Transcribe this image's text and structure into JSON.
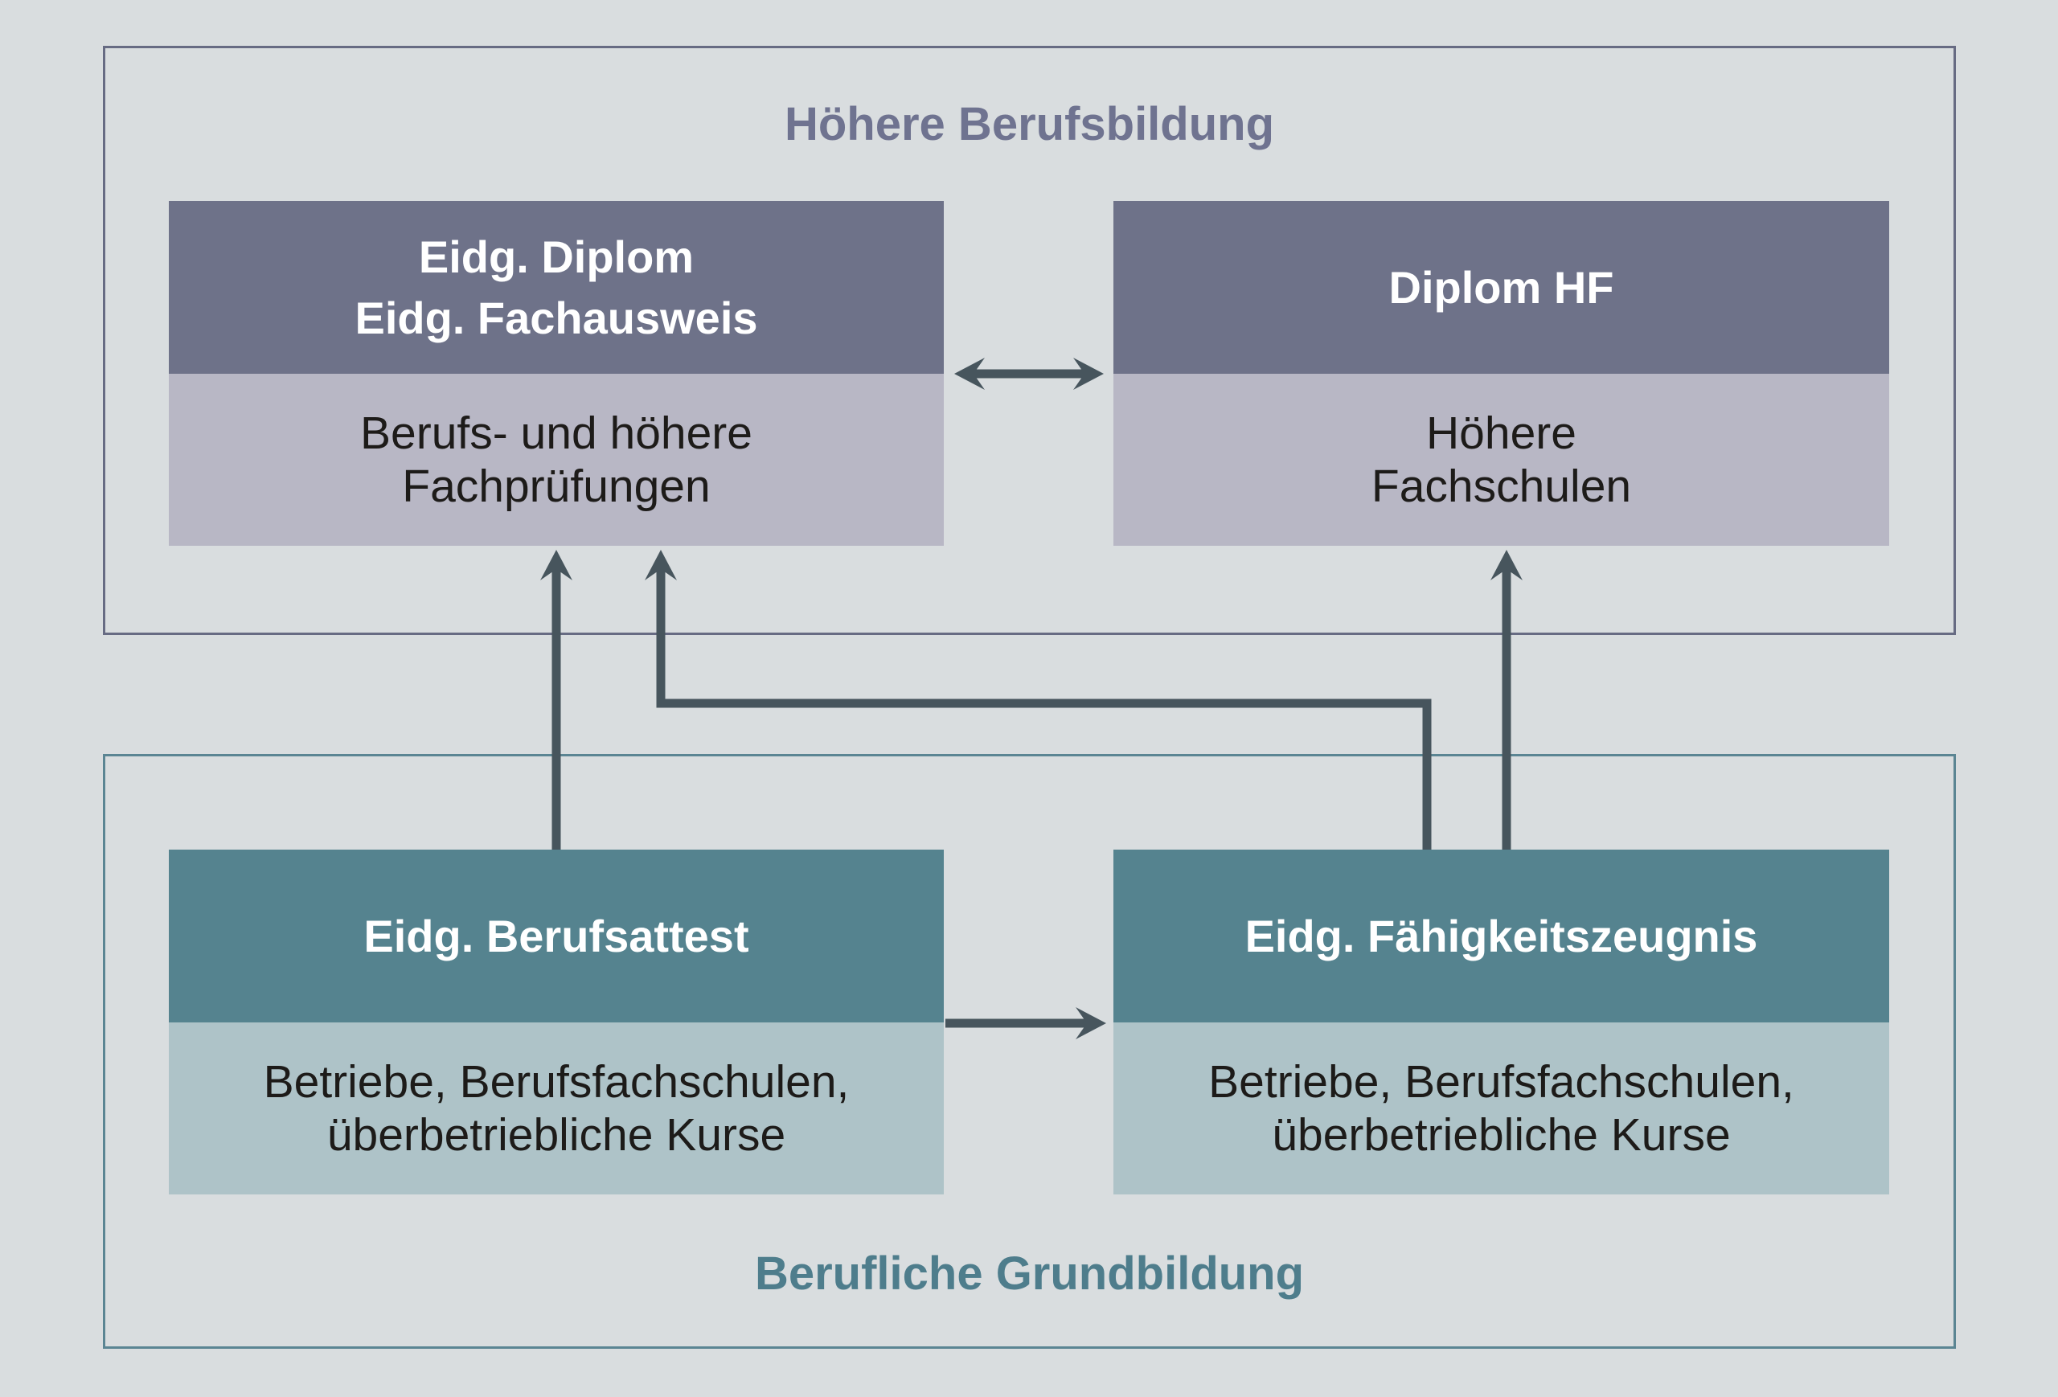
{
  "colors": {
    "background": "#d9dddf",
    "upper-border": "#676b83",
    "upper-title": "#6f7390",
    "upper-header-bg": "#6e7289",
    "upper-body-bg": "#b8b7c5",
    "lower-border": "#5b8593",
    "lower-title": "#4e7d8c",
    "lower-header-bg": "#55838f",
    "lower-body-bg": "#aec3c8",
    "header-text": "#ffffff",
    "body-text": "#1d1b19",
    "arrow": "#47555d"
  },
  "upper_section": {
    "title": "Höhere Berufsbildung",
    "boxes": [
      {
        "header": "Eidg. Diplom\nEidg. Fachausweis",
        "body": "Berufs- und höhere\nFachprüfungen"
      },
      {
        "header": "Diplom HF",
        "body": "Höhere\nFachschulen"
      }
    ]
  },
  "lower_section": {
    "title": "Berufliche Grundbildung",
    "boxes": [
      {
        "header": "Eidg. Berufsattest",
        "body": "Betriebe, Berufsfachschulen,\nüberbetriebliche Kurse"
      },
      {
        "header": "Eidg. Fähigkeitszeugnis",
        "body": "Betriebe, Berufsfachschulen,\nüberbetriebliche Kurse"
      }
    ]
  },
  "arrows": {
    "between_upper_boxes": "horizontal-double-arrow",
    "berufsattest_to_fachpruefungen": "up-arrow",
    "faehigkeitszeugnis_to_fachpruefungen": "elbow-up-arrow",
    "faehigkeitszeugnis_to_fachschulen": "up-arrow",
    "berufsattest_to_faehigkeitszeugnis": "right-arrow"
  }
}
